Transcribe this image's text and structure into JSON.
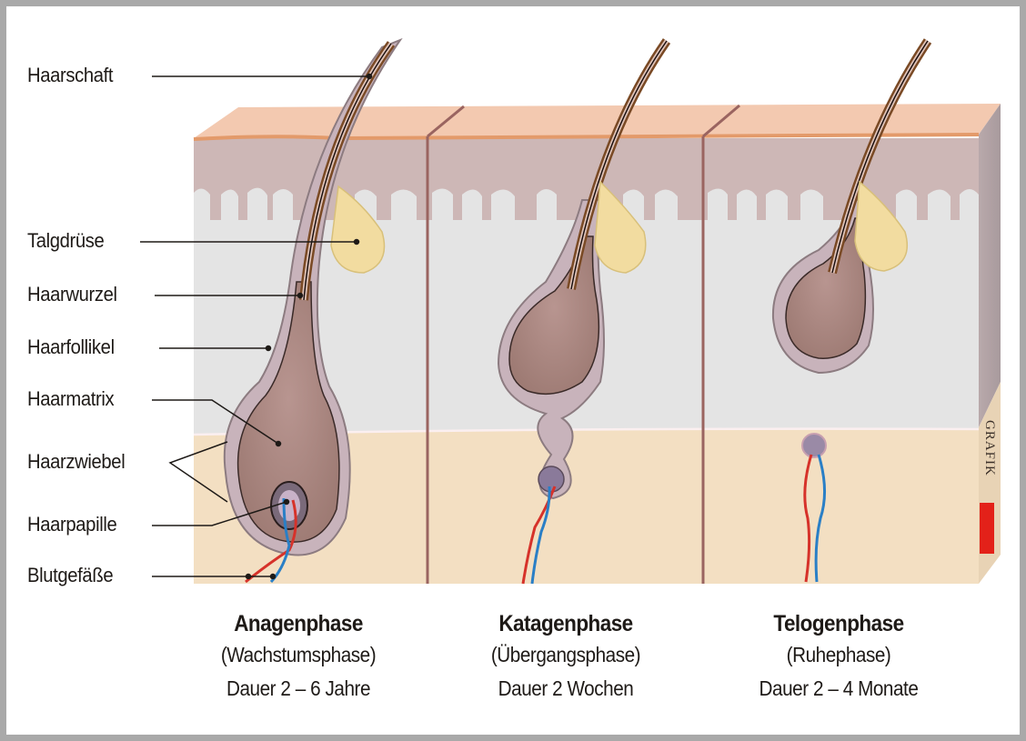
{
  "diagram": {
    "title_hidden": "",
    "labels": [
      {
        "text": "Haarschaft"
      },
      {
        "text": "Talgdrüse"
      },
      {
        "text": "Haarwurzel"
      },
      {
        "text": "Haarfollikel"
      },
      {
        "text": "Haarmatrix"
      },
      {
        "text": "Haarzwiebel"
      },
      {
        "text": "Haarpapille"
      },
      {
        "text": "Blutgefäße"
      }
    ],
    "phases": [
      {
        "name": "Anagenphase",
        "subtitle": "(Wachstumsphase)",
        "duration": "Dauer 2 – 6 Jahre"
      },
      {
        "name": "Katagenphase",
        "subtitle": "(Übergangsphase)",
        "duration": "Dauer 2 Wochen"
      },
      {
        "name": "Telogenphase",
        "subtitle": "(Ruhephase)",
        "duration": "Dauer 2 – 4 Monate"
      }
    ],
    "credit": "GRAFIK",
    "colors": {
      "frame": "#a9a9a9",
      "epidermis_top": "#f3c9b0",
      "epidermis_line": "#e39a6a",
      "dermis_upper": "#cdb7b6",
      "dermis_lower": "#e4e4e4",
      "subcutis": "#f3dfc2",
      "divider": "#9a6460",
      "hair": "#7a4a25",
      "follicle": "#b7a2ac",
      "bulb": "#ad8b84",
      "gland": "#f2dca0",
      "artery": "#d6322a",
      "vein": "#2a7fc6",
      "credit_red": "#e32119"
    }
  }
}
